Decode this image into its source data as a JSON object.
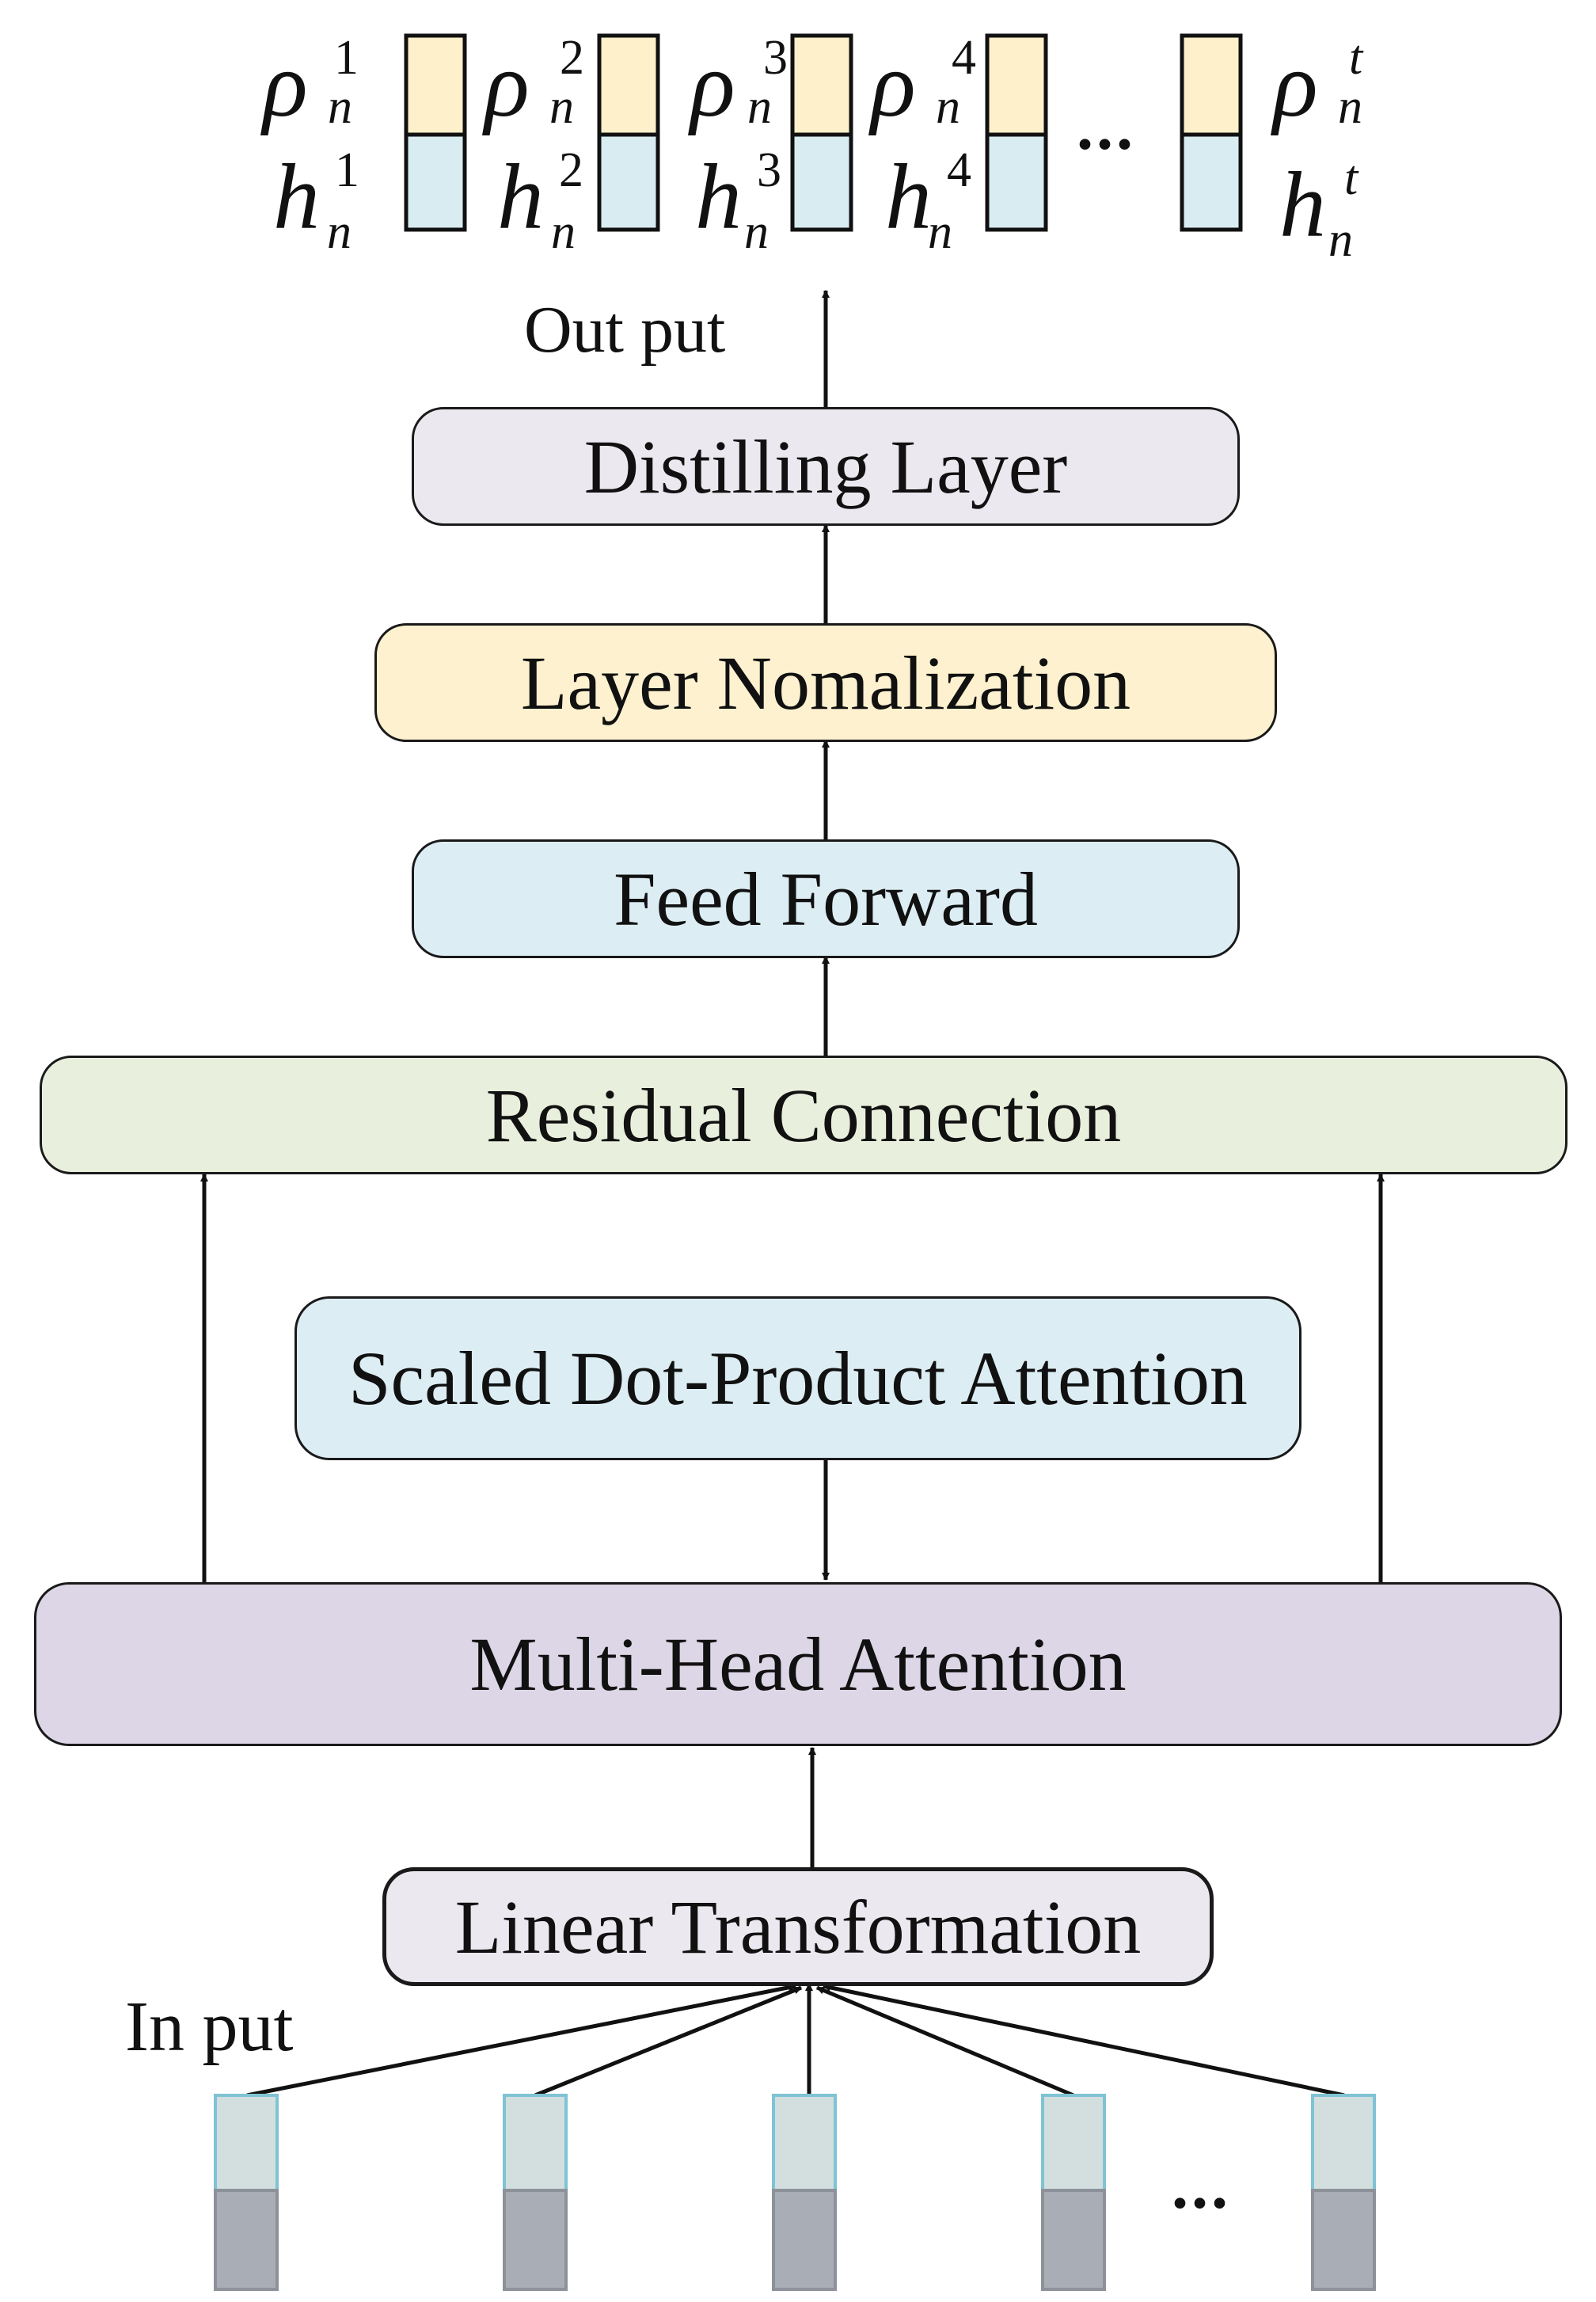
{
  "labels": {
    "output": "Out put",
    "input": "In put",
    "ellipsis_top": "...",
    "ellipsis_bottom": "..."
  },
  "boxes": {
    "distilling": "Distilling Layer",
    "layer_norm": "Layer Nomalization",
    "feed_forward": "Feed Forward",
    "residual": "Residual Connection",
    "scaled_dot": "Scaled Dot-Product Attention",
    "multi_head": "Multi-Head Attention",
    "linear": "Linear Transformation"
  },
  "outputs": [
    {
      "rho": "ρ",
      "h": "h",
      "sub": "n",
      "sup": "1"
    },
    {
      "rho": "ρ",
      "h": "h",
      "sub": "n",
      "sup": "2"
    },
    {
      "rho": "ρ",
      "h": "h",
      "sub": "n",
      "sup": "3"
    },
    {
      "rho": "ρ",
      "h": "h",
      "sub": "n",
      "sup": "4"
    },
    {
      "rho": "ρ",
      "h": "h",
      "sub": "n",
      "sup": "t"
    }
  ],
  "colors": {
    "distilling": "#ebe8f0",
    "layer_norm": "#fdf1cf",
    "feed_forward": "#dcedf3",
    "residual": "#e9efdd",
    "scaled_dot": "#dcedf3",
    "multi_head": "#dcd6e6",
    "linear": "#ebe8f0",
    "rho_cell": "#fdf0ca",
    "h_cell": "#d9ecf2",
    "input_top": "#d3dfdf",
    "input_top_border": "#7fc3d5",
    "input_bottom": "#a9adb5",
    "input_bottom_border": "#8d9199"
  }
}
